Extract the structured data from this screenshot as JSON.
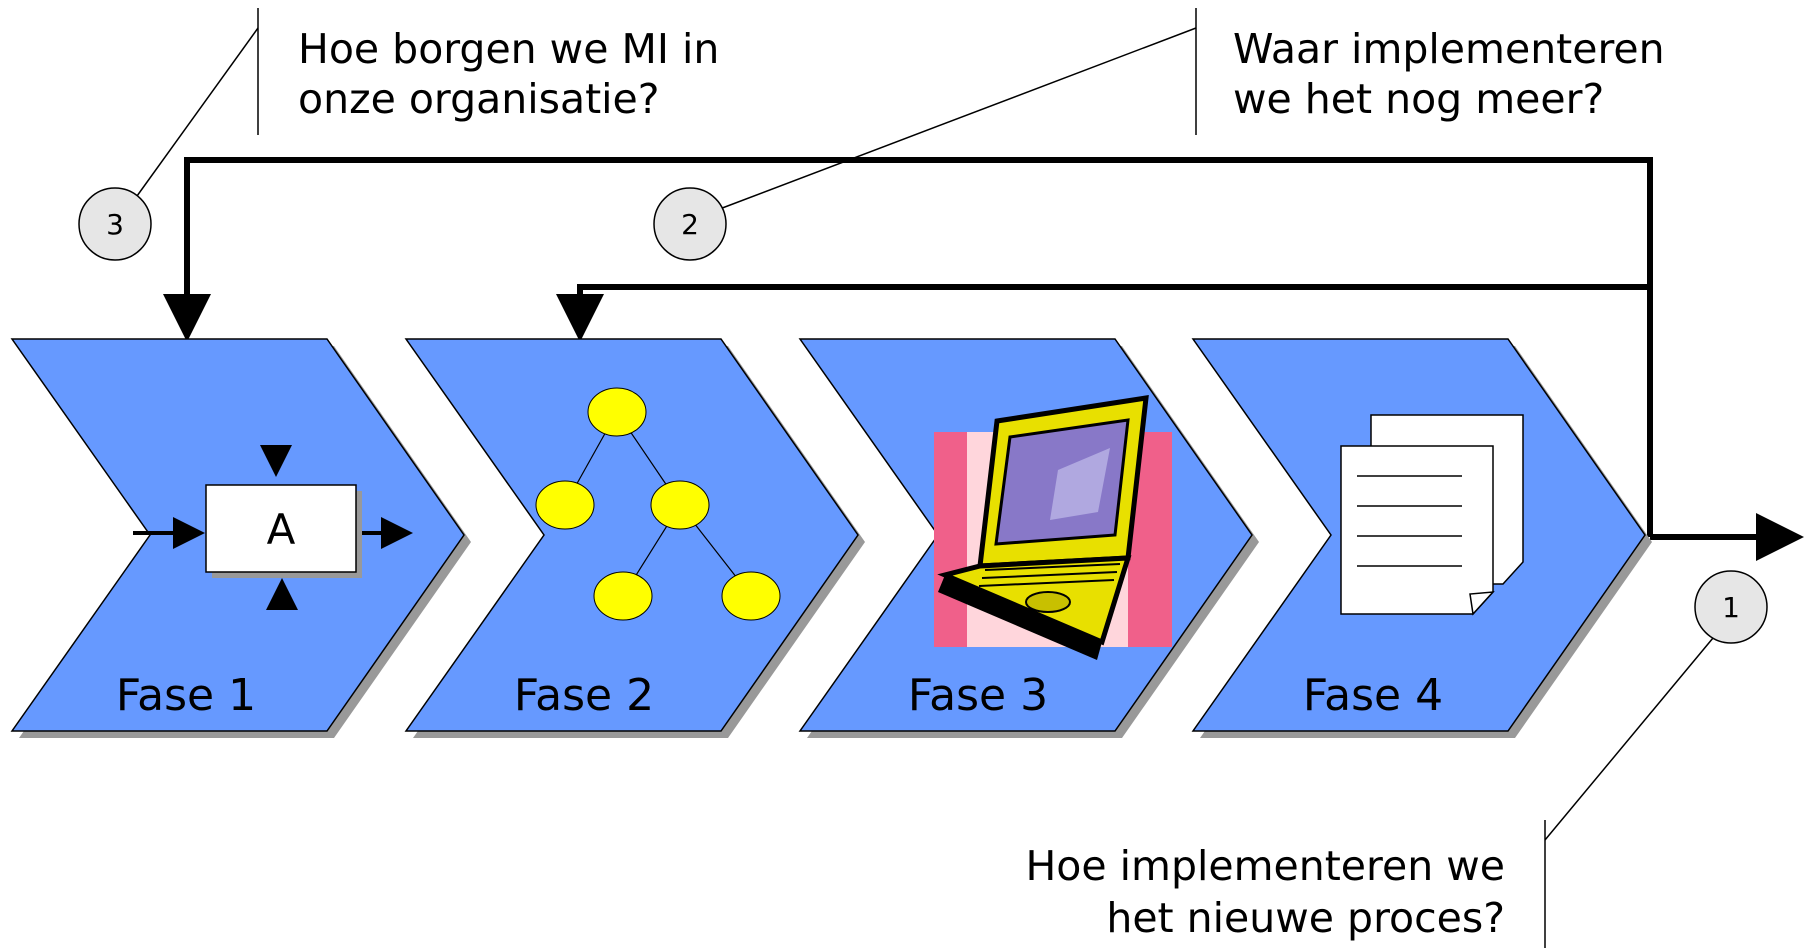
{
  "questions": {
    "q1": {
      "number": "1",
      "line1": "Hoe implementeren we",
      "line2": "het nieuwe proces?"
    },
    "q2": {
      "number": "2",
      "line1": "Waar implementeren",
      "line2": "we het nog meer?"
    },
    "q3": {
      "number": "3",
      "line1": "Hoe borgen we MI in",
      "line2": "onze organisatie?"
    }
  },
  "phases": [
    {
      "label": "Fase 1",
      "icon": "process-box-icon",
      "box_letter": "A"
    },
    {
      "label": "Fase 2",
      "icon": "hierarchy-tree-icon"
    },
    {
      "label": "Fase 3",
      "icon": "laptop-icon"
    },
    {
      "label": "Fase 4",
      "icon": "documents-icon"
    }
  ],
  "colors": {
    "chevron_fill": "#6699FF",
    "chevron_shadow": "#999999",
    "node_fill": "#FFFF00",
    "circle_fill": "#E6E6E6",
    "arrow": "#000000"
  }
}
